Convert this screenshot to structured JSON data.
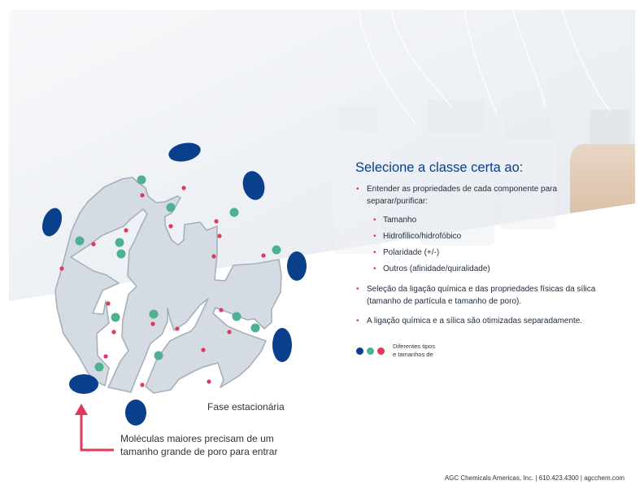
{
  "colors": {
    "navy": "#0a3f8c",
    "teal": "#4fb096",
    "pink": "#e0395a",
    "particle_fill": "#d4dbe3",
    "particle_stroke": "#a6b0bd"
  },
  "title": "Selecione a classe certa ao:",
  "bullets": {
    "b1": "Entender as propriedades de cada componente para separar/purificar:",
    "sub": [
      "Tamanho",
      "Hidrofílico/hidrofóbico",
      "Polaridade  (+/-)",
      "Outros (afinidade/quiralidade)"
    ],
    "b2": "Seleção da ligação química e das propriedades físicas da sílica (tamanho de partícula e tamanho de poro).",
    "b3": "A ligação química e a sílica são otimizadas separadamente."
  },
  "legend": {
    "line1": "Diferentes tipos",
    "line2": "e tamanhos de"
  },
  "diagram": {
    "stationary_label": "Fase estacionária",
    "caption_line1": "Moléculas maiores precisam de um",
    "caption_line2": "tamanho grande de poro para entrar"
  },
  "footer": "AGC Chemicals Americas, Inc.  |  610.423.4300  |  agcchem.com"
}
